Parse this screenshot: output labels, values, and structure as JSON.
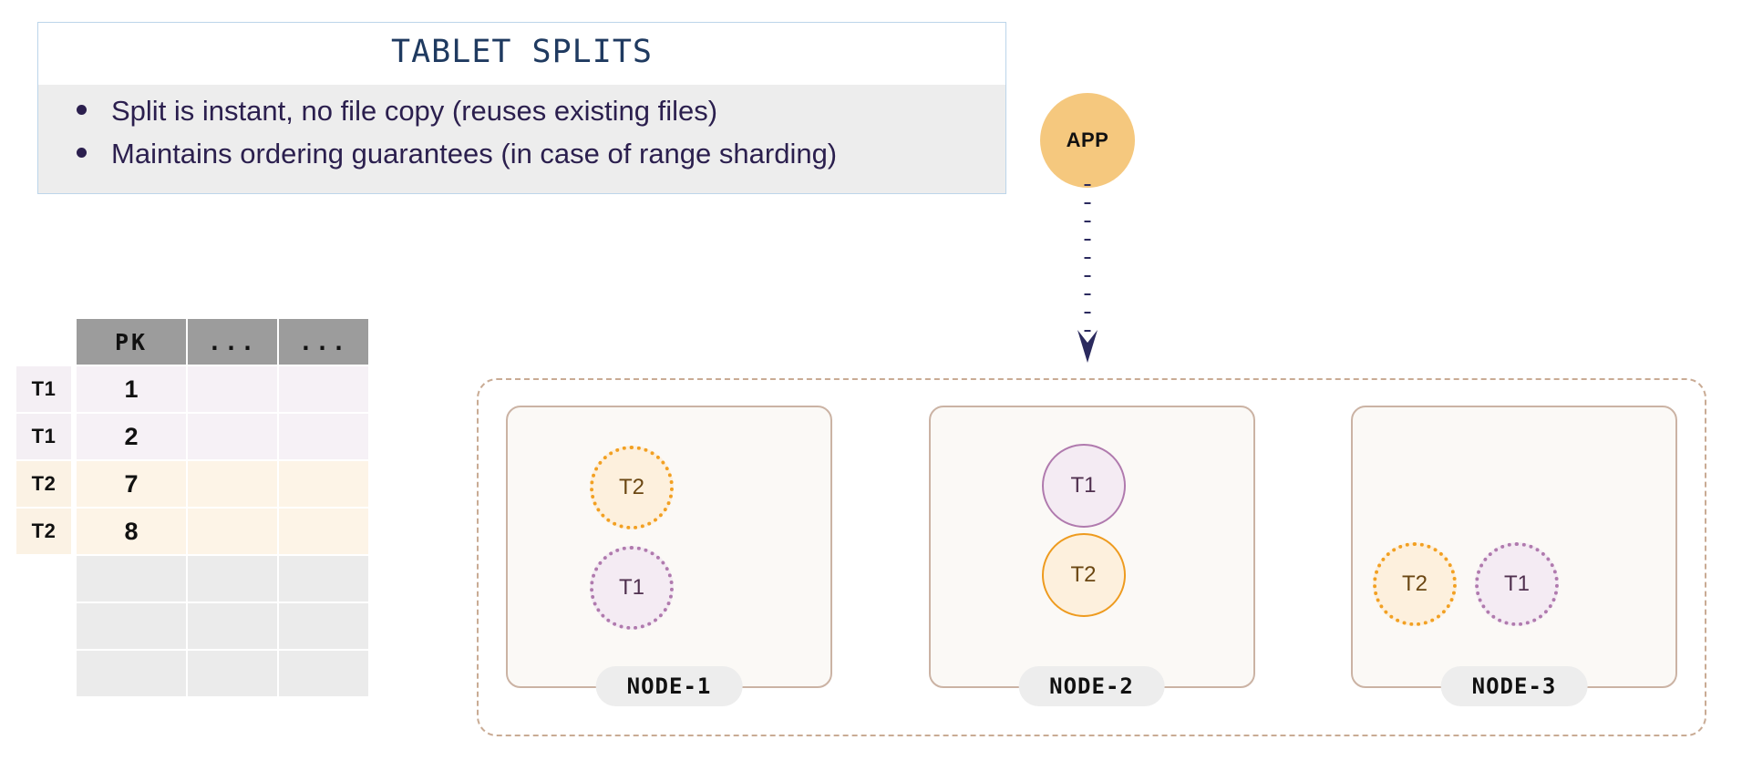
{
  "callout": {
    "title": "TABLET SPLITS",
    "bullets": [
      "Split is instant, no file copy (reuses existing files)",
      "Maintains ordering guarantees (in case of range sharding)"
    ],
    "border_color": "#bcd5ea",
    "body_bg": "#ededed",
    "title_color": "#1f3a60",
    "text_color": "#2b1f4e"
  },
  "table": {
    "headers": [
      "PK",
      "...",
      "..."
    ],
    "rows": [
      {
        "tag": "T1",
        "pk": "1",
        "c2": "",
        "c3": "",
        "kind": "t1"
      },
      {
        "tag": "T1",
        "pk": "2",
        "c2": "",
        "c3": "",
        "kind": "t1"
      },
      {
        "tag": "T2",
        "pk": "7",
        "c2": "",
        "c3": "",
        "kind": "t2"
      },
      {
        "tag": "T2",
        "pk": "8",
        "c2": "",
        "c3": "",
        "kind": "t2"
      },
      {
        "tag": "",
        "pk": "",
        "c2": "",
        "c3": "",
        "kind": "empty"
      },
      {
        "tag": "",
        "pk": "",
        "c2": "",
        "c3": "",
        "kind": "empty"
      },
      {
        "tag": "",
        "pk": "",
        "c2": "",
        "c3": "",
        "kind": "empty"
      }
    ],
    "header_bg": "#9c9c9c",
    "t1_row_bg": "#f6f1f6",
    "t2_row_bg": "#fdf4e7",
    "empty_row_bg": "#ebebeb"
  },
  "app": {
    "label": "APP",
    "fill": "#f5c87e",
    "arrow_color": "#2b2a5e",
    "arrow_style": "dotted-down"
  },
  "cluster": {
    "border_color": "#c9ab94",
    "nodes": [
      {
        "label": "NODE-1",
        "tablets": [
          {
            "name": "T2",
            "variant": "dotted",
            "kind": "t2",
            "pos": "pos-n1-a"
          },
          {
            "name": "T1",
            "variant": "dotted",
            "kind": "t1",
            "pos": "pos-n1-b"
          }
        ]
      },
      {
        "label": "NODE-2",
        "tablets": [
          {
            "name": "T1",
            "variant": "solid",
            "kind": "t1",
            "pos": "pos-n2-a"
          },
          {
            "name": "T2",
            "variant": "solid",
            "kind": "t2",
            "pos": "pos-n2-b"
          }
        ]
      },
      {
        "label": "NODE-3",
        "tablets": [
          {
            "name": "T2",
            "variant": "dotted",
            "kind": "t2",
            "pos": "pos-n3-a"
          },
          {
            "name": "T1",
            "variant": "dotted",
            "kind": "t1",
            "pos": "pos-n3-b"
          }
        ]
      }
    ],
    "tablet_colors": {
      "t1_border": "#b07aae",
      "t1_fill": "#f4ebf3",
      "t2_border": "#ee9b1f",
      "t2_fill": "#fdf0dd"
    }
  }
}
